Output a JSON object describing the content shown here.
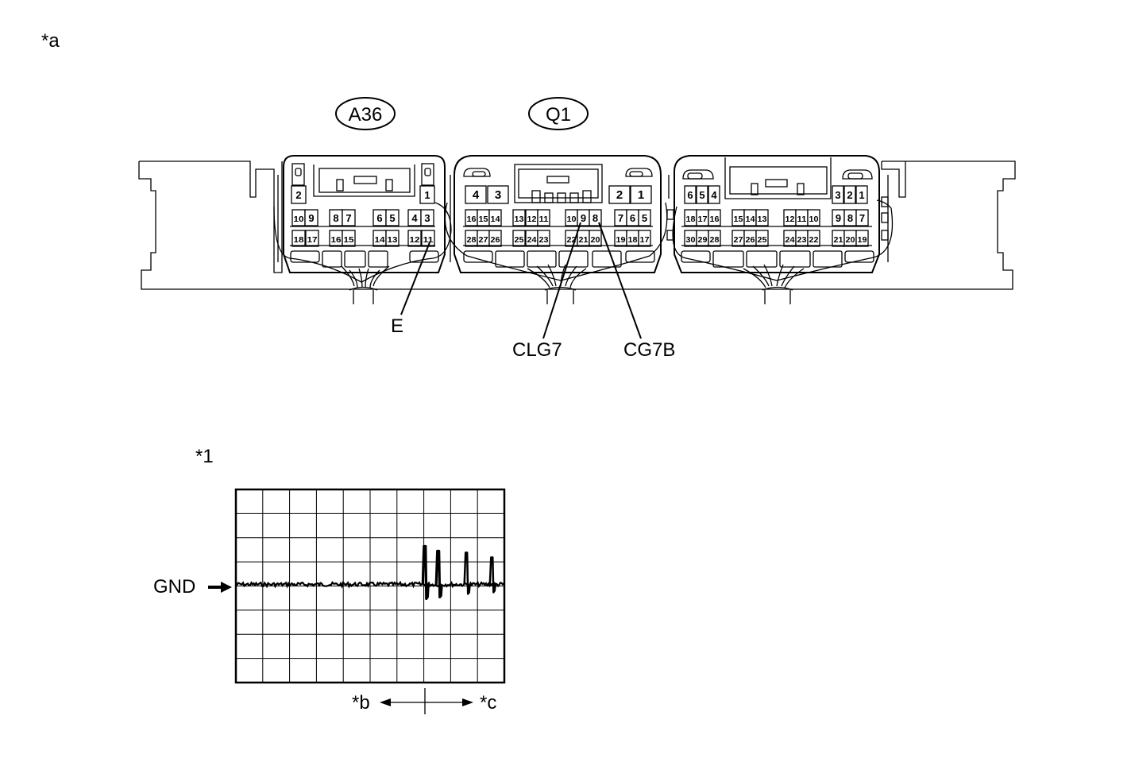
{
  "figure_labels": {
    "connector_view_ref": "*a",
    "waveform_ref": "*1",
    "left_direction_ref": "*b",
    "right_direction_ref": "*c",
    "gnd": "GND"
  },
  "connectors": {
    "left": {
      "name": "A36",
      "rows": [
        [
          "2",
          "1"
        ],
        [
          "10",
          "9",
          "8",
          "7",
          "6",
          "5",
          "4",
          "3"
        ],
        [
          "18",
          "17",
          "16",
          "15",
          "14",
          "13",
          "12",
          "11"
        ]
      ]
    },
    "middle": {
      "name": "Q1",
      "rows": [
        [
          "4",
          "3",
          "2",
          "1"
        ],
        [
          "16",
          "15",
          "14",
          "13",
          "12",
          "11",
          "10",
          "9",
          "8",
          "7",
          "6",
          "5"
        ],
        [
          "28",
          "27",
          "26",
          "25",
          "24",
          "23",
          "22",
          "21",
          "20",
          "19",
          "18",
          "17"
        ]
      ]
    },
    "right": {
      "rows": [
        [
          "6",
          "5",
          "4",
          "3",
          "2",
          "1"
        ],
        [
          "18",
          "17",
          "16",
          "15",
          "14",
          "13",
          "12",
          "11",
          "10",
          "9",
          "8",
          "7"
        ],
        [
          "30",
          "29",
          "28",
          "27",
          "26",
          "25",
          "24",
          "23",
          "22",
          "21",
          "20",
          "19"
        ]
      ]
    }
  },
  "terminals": {
    "e": "E",
    "clg7": "CLG7",
    "cg7b": "CG7B"
  },
  "oscilloscope": {
    "grid_columns": 10,
    "grid_rows": 8,
    "baseline_division": 4,
    "pulse_positions_div": [
      7.05,
      7.55,
      8.6,
      9.55
    ]
  }
}
